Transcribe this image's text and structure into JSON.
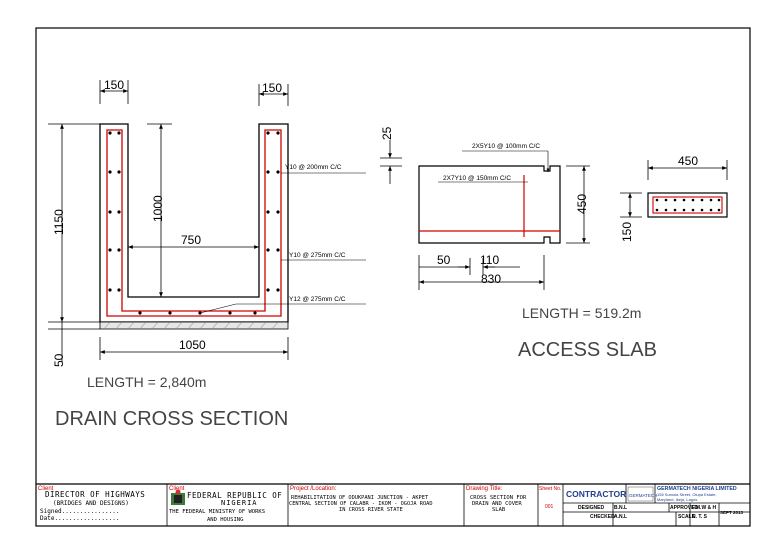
{
  "drain": {
    "dim_wall_left": "150",
    "dim_wall_right": "150",
    "dim_height_total": "1150",
    "dim_height_inner": "1000",
    "dim_inner_width": "750",
    "dim_base": "50",
    "dim_width_total": "1050",
    "rebar_1": "Y10 @ 200mm C/C",
    "rebar_2": "Y10 @ 275mm C/C",
    "rebar_3": "Y12 @ 275mm C/C",
    "length": "LENGTH = 2,840m",
    "title": "DRAIN CROSS SECTION"
  },
  "slab": {
    "dim_25": "25",
    "rebar_top": "2X5Y10 @ 100mm C/C",
    "rebar_mid": "2X7Y10 @ 150mm C/C",
    "dim_450_side": "450",
    "dim_50": "50",
    "dim_110": "110",
    "dim_830": "830",
    "dim_450_top": "450",
    "dim_150": "150",
    "length": "LENGTH = 519.2m",
    "title": "ACCESS SLAB"
  },
  "titleblock": {
    "client_label": "Client",
    "client_l1": "DIRECTOR OF HIGHWAYS",
    "client_l2": "(BRIDGES AND DESIGNS)",
    "signed": "Signed................",
    "date": "Date..................",
    "client2_label": "Client",
    "fed_l1": "FEDERAL REPUBLIC OF",
    "fed_l2": "NIGERIA",
    "fed_l3": "THE FEDERAL MINISTRY OF WORKS",
    "fed_l4": "AND HOUSING",
    "project_label": "Project /Location:",
    "project_l1": "REHABILITATION OF ODUKPANI JUNCTION - AKPET",
    "project_l2": "CENTRAL SECTION OF CALABR - IKOM - OGOJA ROAD",
    "project_l3": "IN CROSS RIVER STATE",
    "drawing_label": "Drawing Title:",
    "drawing_l1": "CROSS SECTION FOR",
    "drawing_l2": "DRAIN AND COVER",
    "drawing_l3": "SLAB",
    "sheet_label": "Sheet No.",
    "sheet_no": "001",
    "contractor": "CONTRACTOR",
    "logo_text": "GERMATECH",
    "company_name": "GERMATECH NIGERIA LIMITED",
    "company_addr1": "155 Sumola Street, Olupa Estate,",
    "company_addr2": "Maryland, Ikeja, Lagos",
    "designed_label": "DESIGNED",
    "designed_val": "B.N.L",
    "approved_label": "APPROVED",
    "approved_val": "F.M.W & H",
    "date_val": "SEPT 2013",
    "checked_label": "CHECKED",
    "checked_val": "A.N.L",
    "scale_label": "SCALE",
    "scale_val": "N. T. S"
  }
}
